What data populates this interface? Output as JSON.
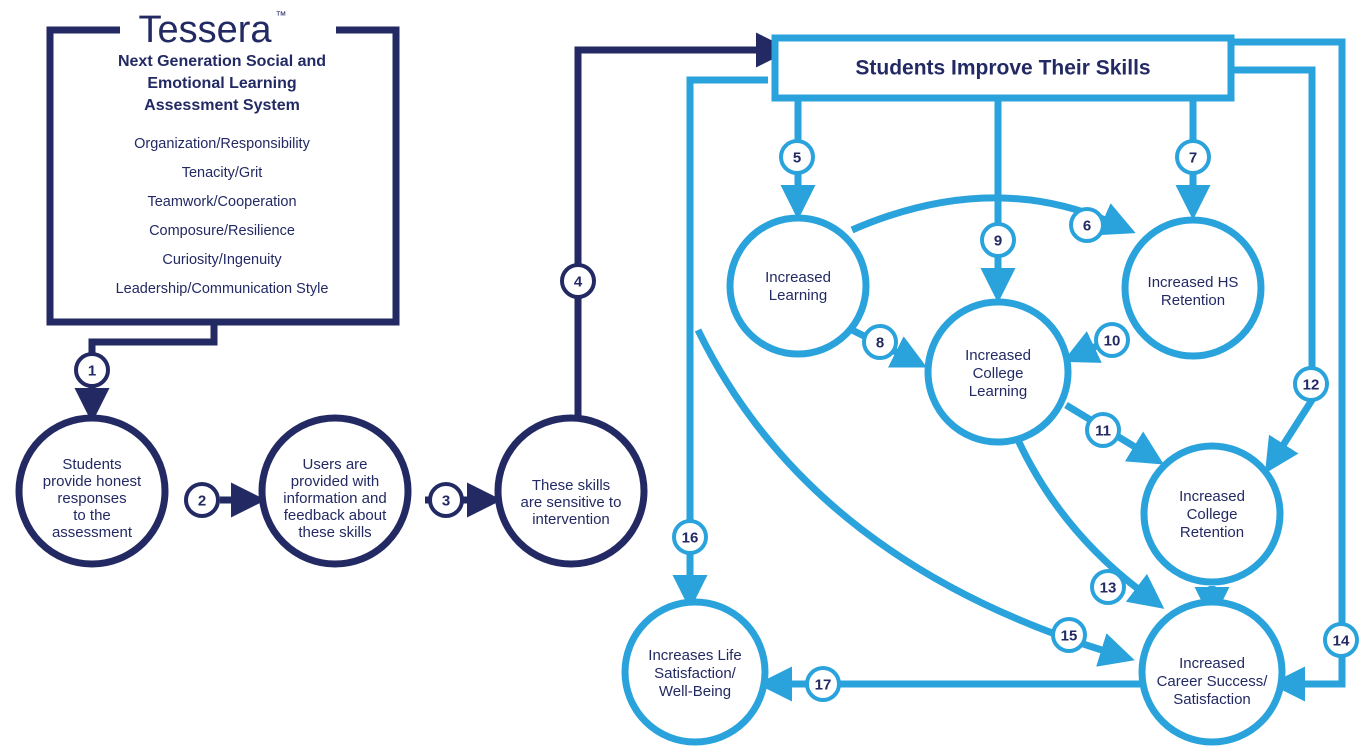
{
  "colors": {
    "dark": "#232a63",
    "blue": "#2aa3dc"
  },
  "brand": {
    "name": "Tessera",
    "trademark": "™"
  },
  "system": {
    "title_lines": [
      "Next Generation Social and",
      "Emotional Learning",
      "Assessment System"
    ],
    "skills": [
      "Organization/Responsibility",
      "Tenacity/Grit",
      "Teamwork/Cooperation",
      "Composure/Resilience",
      "Curiosity/Ingenuity",
      "Leadership/Communication Style"
    ]
  },
  "goal_box": "Students Improve Their Skills",
  "nodes": {
    "honest": [
      "Students",
      "provide honest",
      "responses",
      "to the",
      "assessment"
    ],
    "feedback": [
      "Users are",
      "provided with",
      "information and",
      "feedback about",
      "these skills"
    ],
    "sensitive": [
      "These skills",
      "are sensitive to",
      "intervention"
    ],
    "learning": [
      "Increased",
      "Learning"
    ],
    "hs_retention": [
      "Increased HS",
      "Retention"
    ],
    "college_learning": [
      "Increased",
      "College",
      "Learning"
    ],
    "college_retention": [
      "Increased",
      "College",
      "Retention"
    ],
    "life": [
      "Increases Life",
      "Satisfaction/",
      "Well-Being"
    ],
    "career": [
      "Increased",
      "Career Success/",
      "Satisfaction"
    ]
  },
  "steps": [
    "1",
    "2",
    "3",
    "4",
    "5",
    "6",
    "7",
    "8",
    "9",
    "10",
    "11",
    "12",
    "13",
    "14",
    "15",
    "16",
    "17"
  ]
}
